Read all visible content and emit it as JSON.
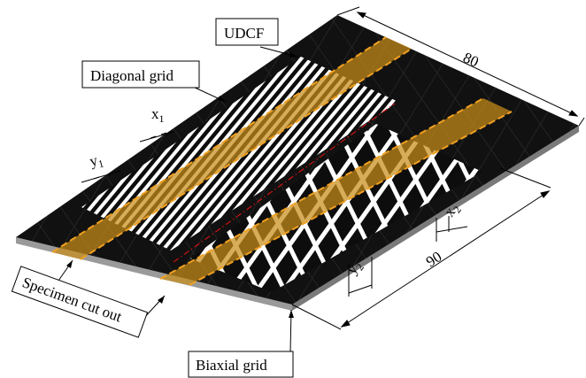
{
  "figure": {
    "labels": {
      "udcf": "UDCF",
      "diagonal_grid": "Diagonal grid",
      "specimen_cut_out": "Specimen cut out",
      "biaxial_grid": "Biaxial grid"
    },
    "dimensions": {
      "length": "80",
      "width": "90",
      "x1": {
        "base": "x",
        "sub": "1"
      },
      "y1": {
        "base": "y",
        "sub": "1"
      },
      "x2": {
        "base": "x",
        "sub": "2"
      },
      "y2": {
        "base": "y",
        "sub": "2"
      }
    },
    "colors": {
      "plate": "#111111",
      "grid_line": "#ffffff",
      "specimen_band": "#c98e1a",
      "band_edge": "#f0a020",
      "diagonal_divider": "#cc1111",
      "edge": "#444444",
      "dimension_line": "#000000"
    }
  }
}
